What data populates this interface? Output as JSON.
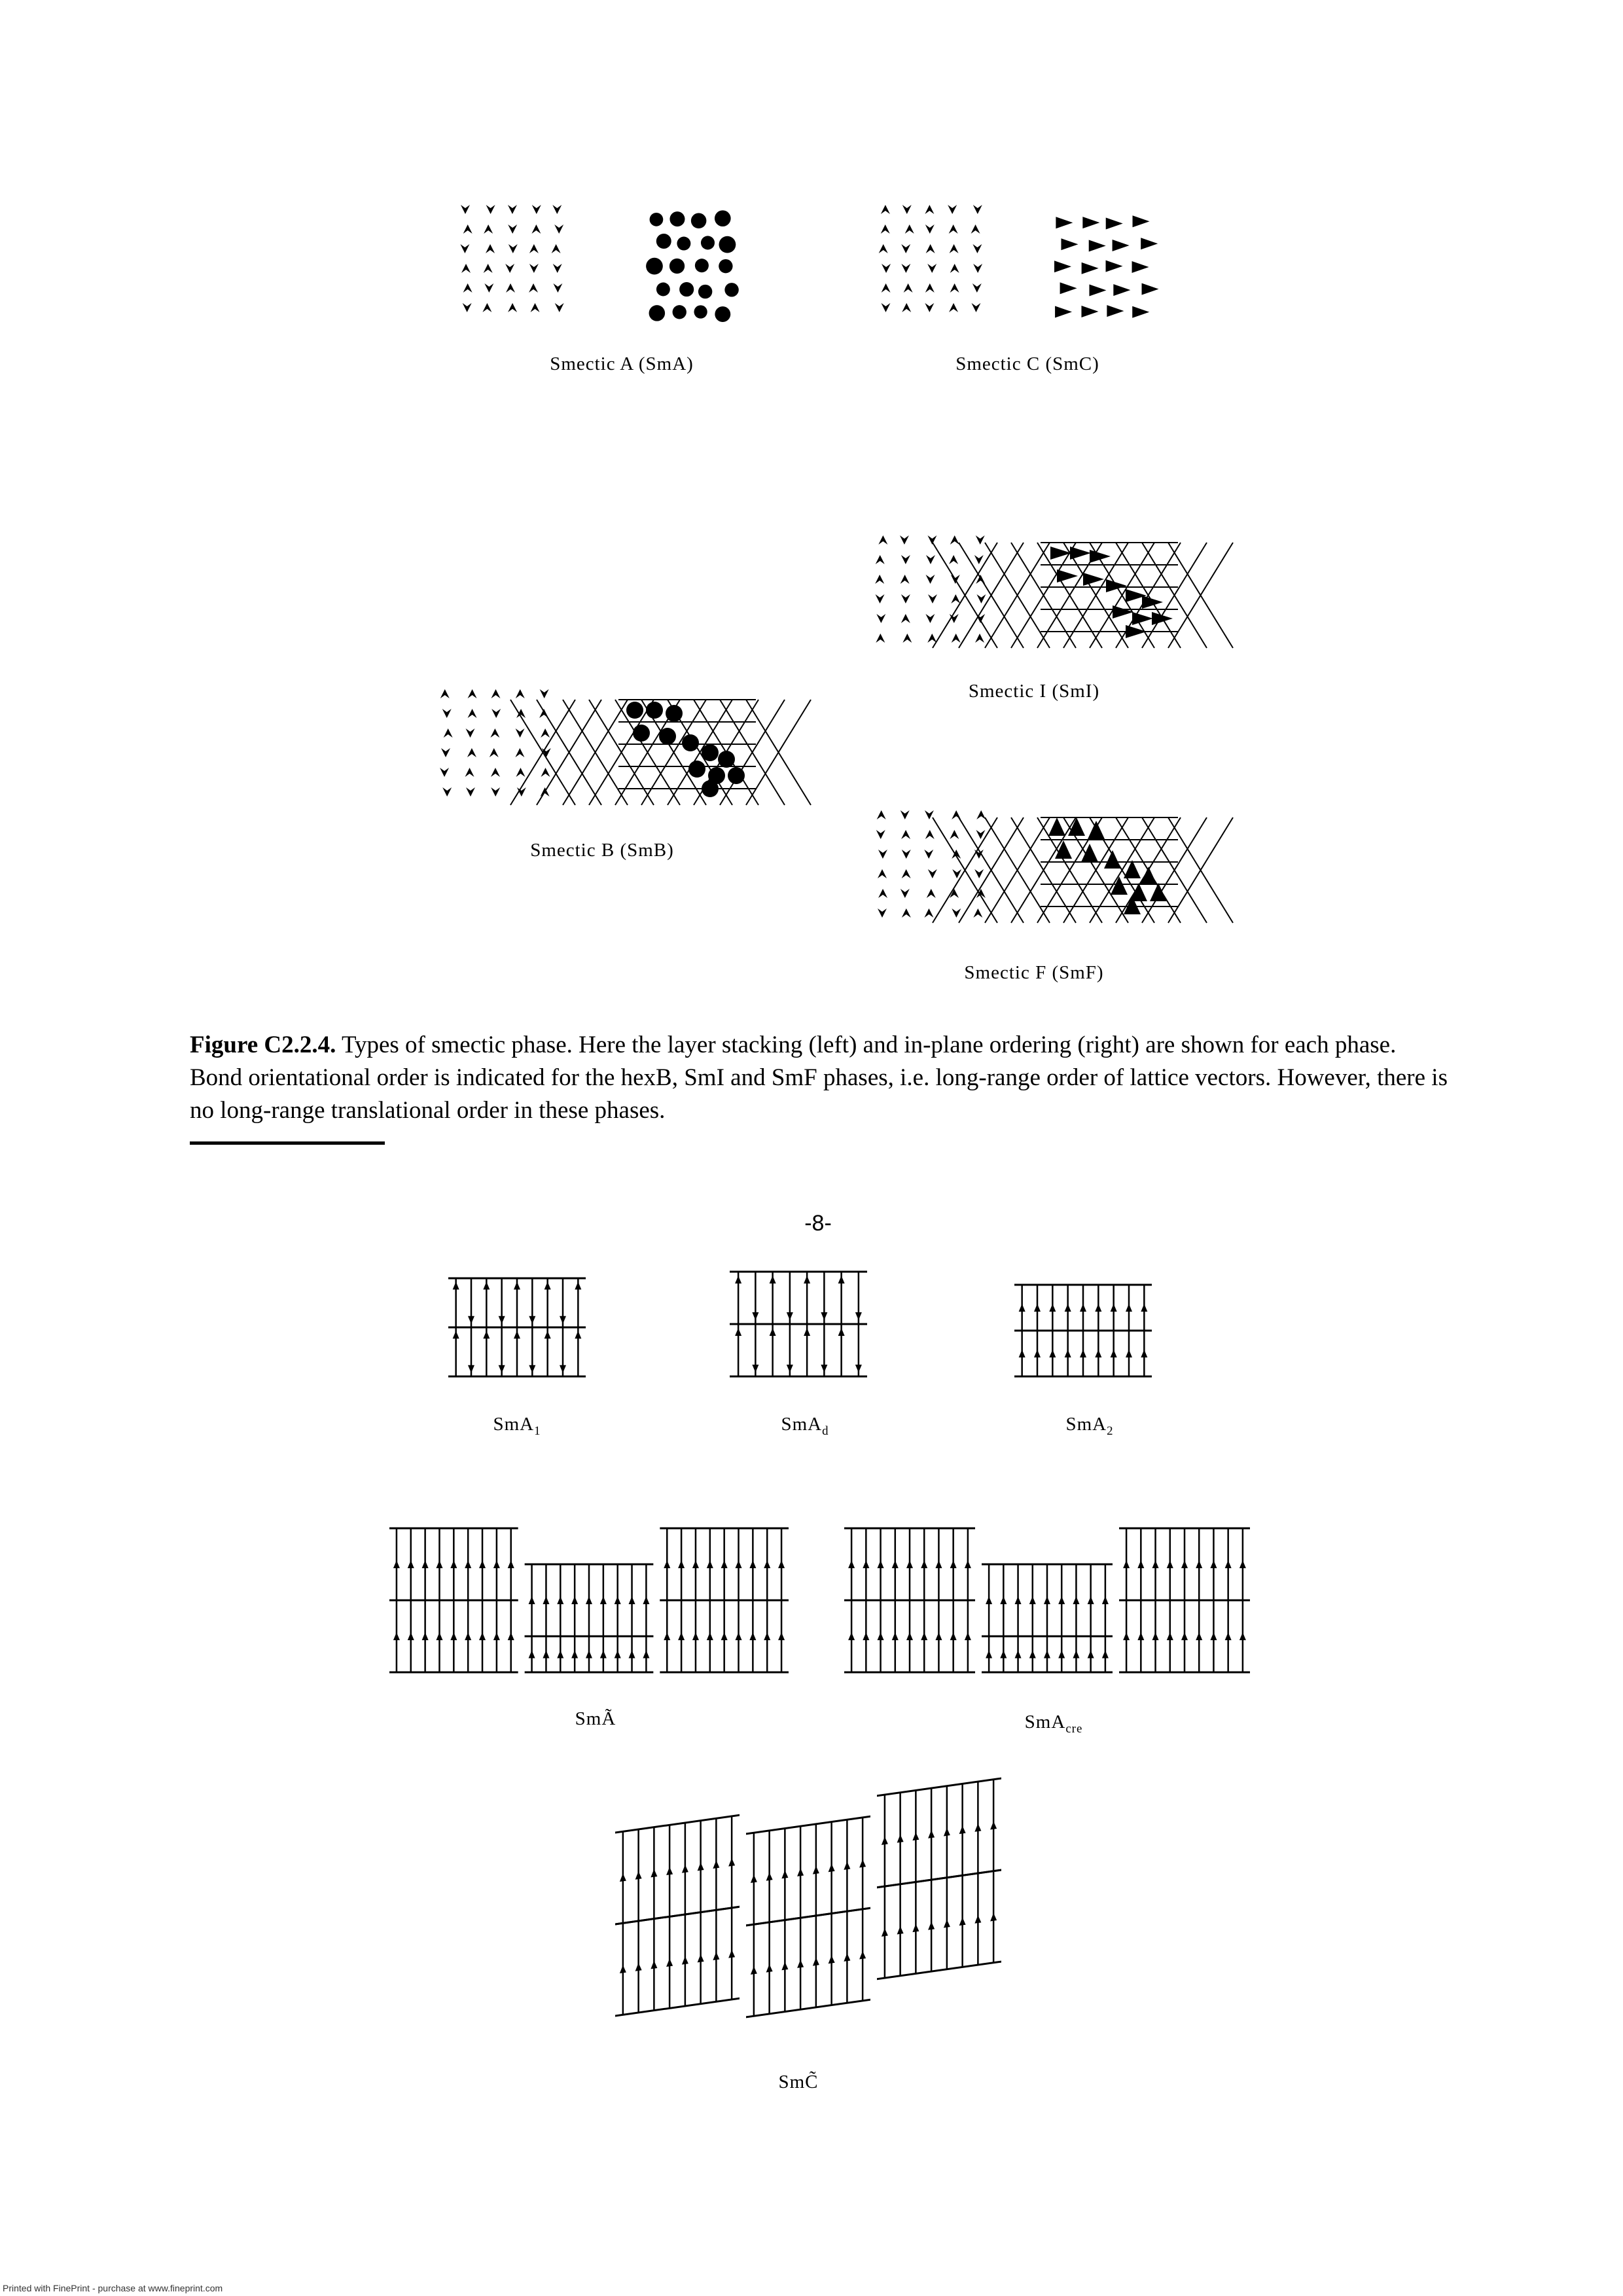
{
  "figure1": {
    "panels": {
      "sma": "Smectic A (SmA)",
      "smc": "Smectic C (SmC)",
      "smb": "Smectic B (SmB)",
      "smi": "Smectic I (SmI)",
      "smf": "Smectic F (SmF)"
    },
    "caption_label": "Figure C2.2.4.",
    "caption_text": "Types of smectic phase. Here the layer stacking (left) and in-plane ordering (right) are shown for each phase. Bond orientational order is indicated for the hexB, SmI and SmF phases, i.e. long-range order of lattice vectors. However, there is no long-range translational order in these phases."
  },
  "page_number": "-8-",
  "figure2": {
    "sma1": {
      "base": "SmA",
      "sub": "1"
    },
    "smad": {
      "base": "SmA",
      "sub": "d"
    },
    "sma2": {
      "base": "SmA",
      "sub": "2"
    },
    "smatilde": "SmÃ",
    "smacre": {
      "base": "SmA",
      "sub": "cre"
    },
    "smctilde": "SmC̃"
  },
  "footer": "Printed with FinePrint - purchase at www.fineprint.com"
}
